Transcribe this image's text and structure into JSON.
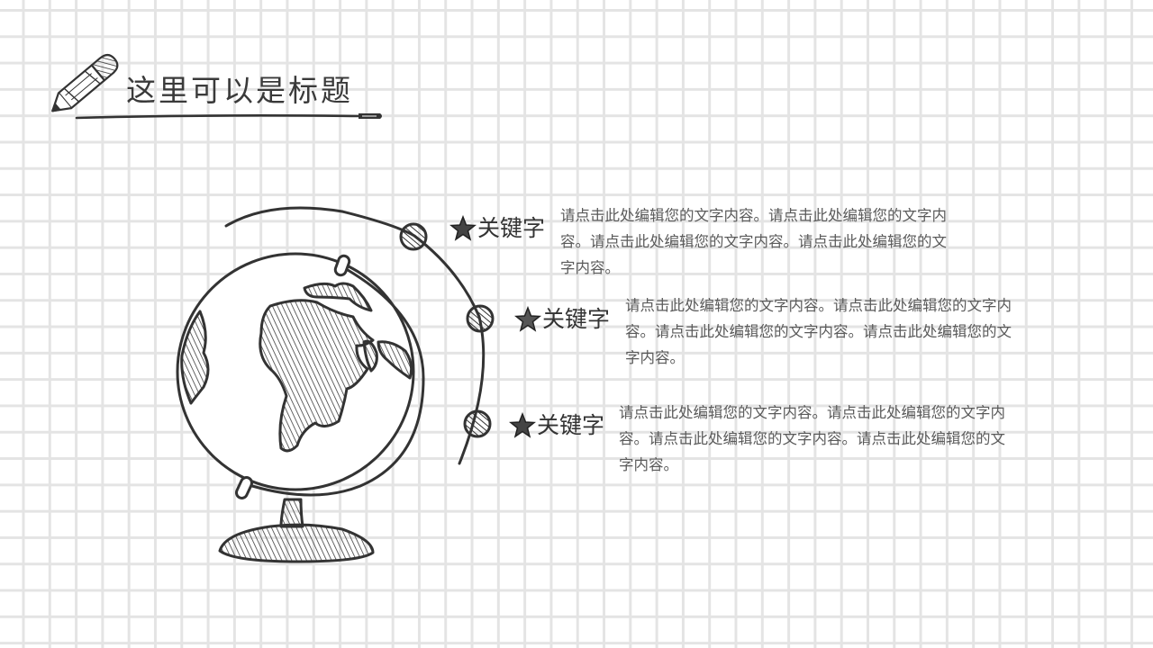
{
  "slide": {
    "title": "这里可以是标题",
    "items": [
      {
        "keyword": "关键字",
        "text": "请点击此处编辑您的文字内容。请点击此处编辑您的文字内容。请点击此处编辑您的文字内容。请点击此处编辑您的文字内容。"
      },
      {
        "keyword": "关键字",
        "text": "请点击此处编辑您的文字内容。请点击此处编辑您的文字内容。请点击此处编辑您的文字内容。请点击此处编辑您的文字内容。"
      },
      {
        "keyword": "关键字",
        "text": "请点击此处编辑您的文字内容。请点击此处编辑您的文字内容。请点击此处编辑您的文字内容。请点击此处编辑您的文字内容。"
      }
    ]
  },
  "icons": {
    "header": "pencil-icon",
    "illustration": "globe-icon",
    "bullet": "star-icon",
    "marker": "hatched-circle-icon"
  },
  "colors": {
    "ink": "#333333",
    "text": "#5a5a5a",
    "grid": "#e4e4e4",
    "background": "#ffffff"
  }
}
